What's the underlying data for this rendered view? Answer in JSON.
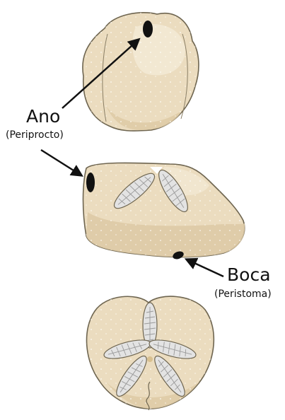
{
  "labels": {
    "anus": {
      "main": "Ano",
      "sub": "(Periprocto)"
    },
    "mouth": {
      "main": "Boca",
      "sub": "(Peristoma)"
    }
  },
  "colors": {
    "body": "#ebdcbf",
    "body_shade": "#ddc9a4",
    "outline": "#6e6550",
    "highlight": "#f5ecda",
    "petal": "#e3e3e3",
    "opening": "#111111",
    "arrow": "#111111"
  }
}
